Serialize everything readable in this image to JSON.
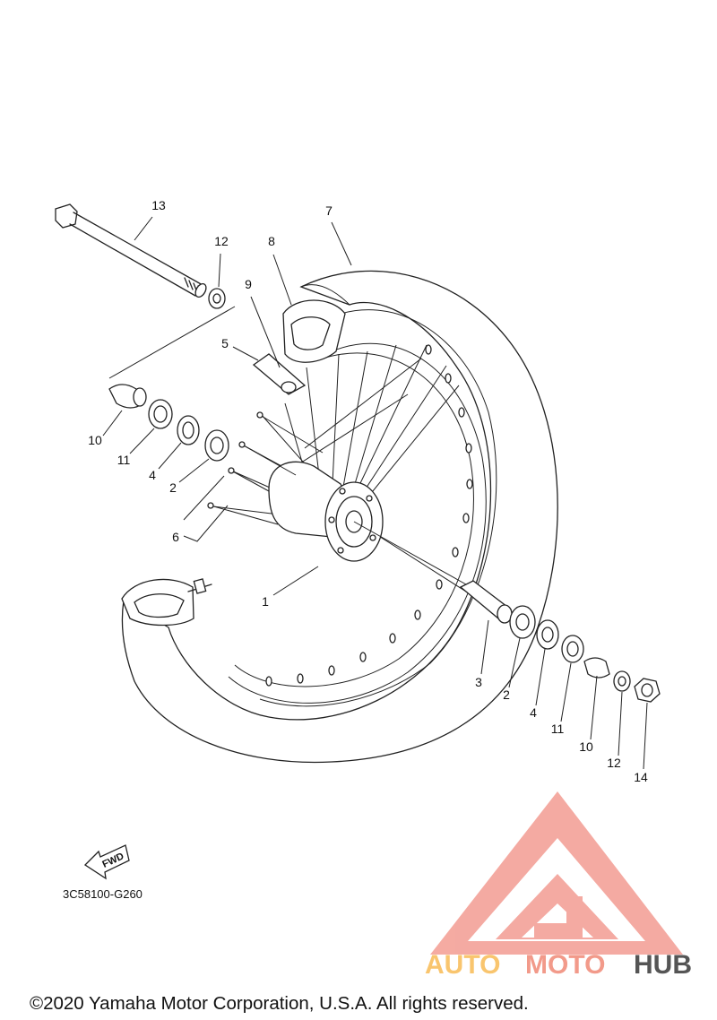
{
  "diagram": {
    "part_number": "3C58100-G260",
    "fwd_label": "FWD",
    "copyright": "©2020 Yamaha Motor Corporation, U.S.A. All rights reserved.",
    "callouts": {
      "c1": "1",
      "c2a": "2",
      "c2b": "2",
      "c3": "3",
      "c4a": "4",
      "c4b": "4",
      "c5": "5",
      "c6": "6",
      "c7": "7",
      "c8": "8",
      "c9": "9",
      "c10a": "10",
      "c10b": "10",
      "c11a": "11",
      "c11b": "11",
      "c12a": "12",
      "c12b": "12",
      "c13": "13",
      "c14": "14"
    }
  },
  "watermark": {
    "word_a": "AUTO",
    "word_b": "MOTO",
    "word_c": "HUB",
    "colors": {
      "triangle": "#f08080",
      "auto": "#f9c56e",
      "moto": "#f29a8a",
      "hub": "#555555"
    }
  }
}
